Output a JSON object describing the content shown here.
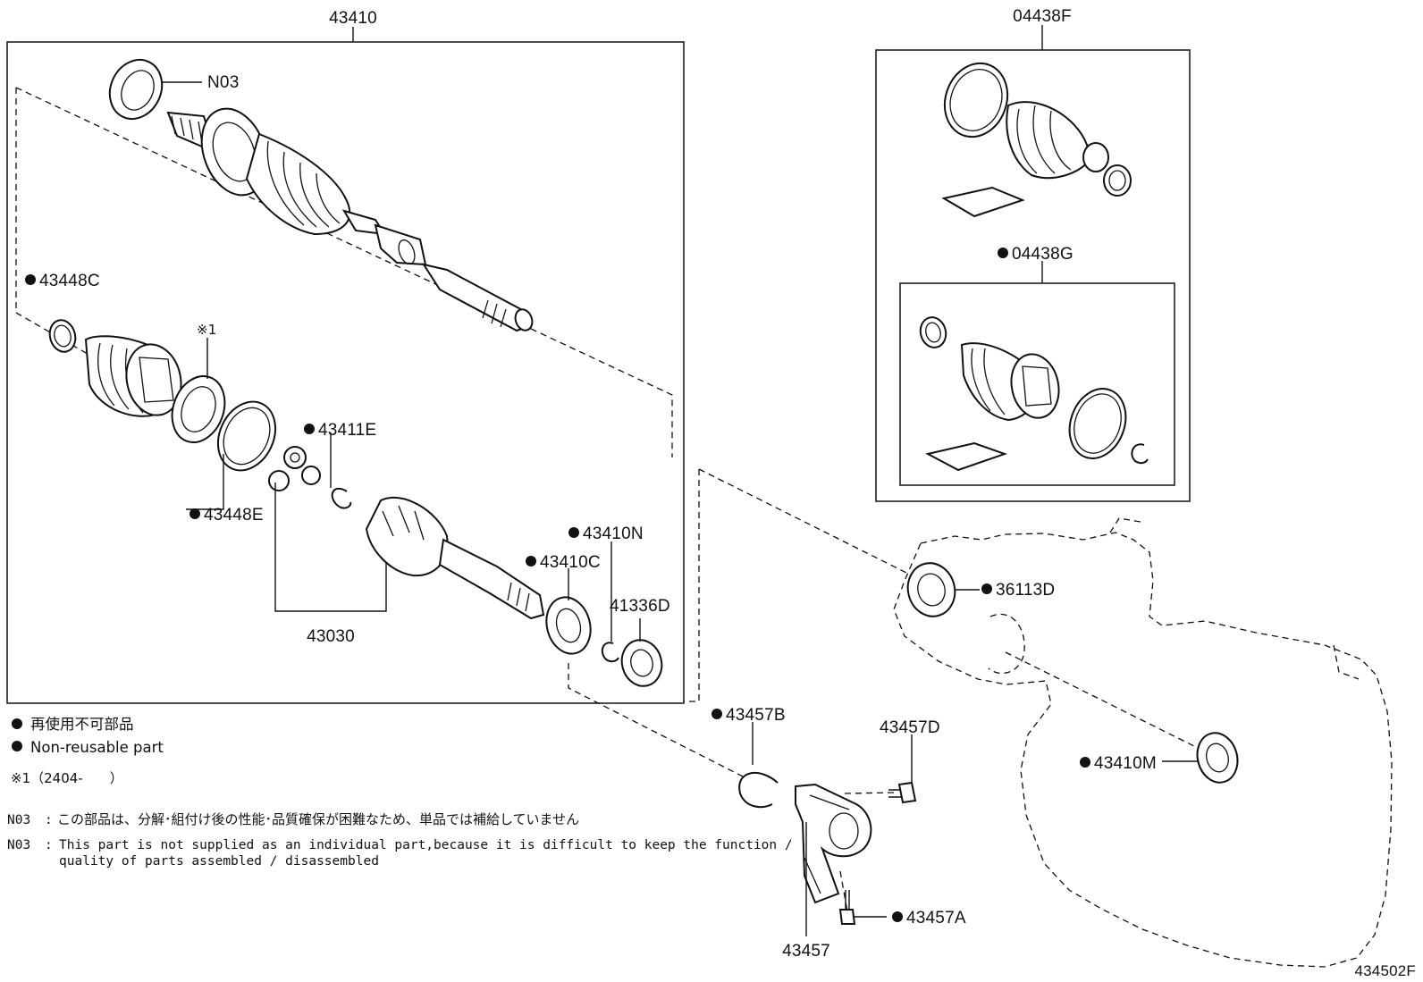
{
  "diagram_code": "434502F",
  "callouts": {
    "assembly": "43410",
    "n03": "N03",
    "c43448c": "43448C",
    "note1_mark": "※1",
    "c43411e": "43411E",
    "c43448e": "43448E",
    "c43030": "43030",
    "c43410n": "43410N",
    "c43410c": "43410C",
    "c41336d": "41336D",
    "kit_outer": "04438F",
    "kit_inner": "04438G",
    "c36113d": "36113D",
    "c43410m": "43410M",
    "c43457b": "43457B",
    "c43457d": "43457D",
    "c43457a": "43457A",
    "c43457": "43457"
  },
  "legend": {
    "nonreusable_ja": "再使用不可部品",
    "nonreusable_en": "Non-reusable part",
    "note1": "※1（2404-　　）"
  },
  "notes": {
    "code": "N03",
    "sep": ":",
    "ja": "この部品は、分解･組付け後の性能･品質確保が困難なため、単品では補給していません",
    "en_line1": "This part is not supplied as an individual part,because it is difficult to keep the function /",
    "en_line2": "quality of parts assembled / disassembled"
  }
}
